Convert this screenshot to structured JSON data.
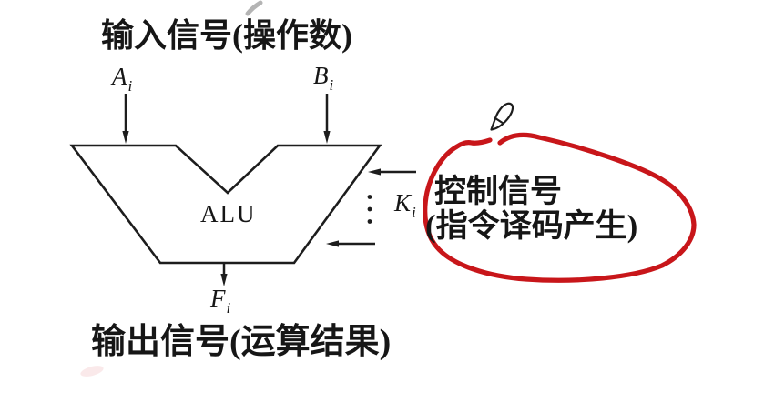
{
  "title_top": "输入信号(操作数)",
  "title_bottom": "输出信号(运算结果)",
  "alu": {
    "label": "ALU"
  },
  "control_note": {
    "line1": "控制信号",
    "line2": "(指令译码产生)"
  },
  "signals": {
    "input_a": {
      "base": "A",
      "sub": "i"
    },
    "input_b": {
      "base": "B",
      "sub": "i"
    },
    "control_k": {
      "base": "K",
      "sub": "i"
    },
    "output_f": {
      "base": "F",
      "sub": "i"
    }
  },
  "icons": {
    "annotation_pencil": "pencil",
    "more_signals": "vertical-ellipsis"
  },
  "colors": {
    "line": "#1d1d1d",
    "annotation_red": "#c8161a",
    "artifact_gray": "#9b9b9b",
    "smudge_pink": "#e99aa0",
    "background": "#ffffff"
  }
}
